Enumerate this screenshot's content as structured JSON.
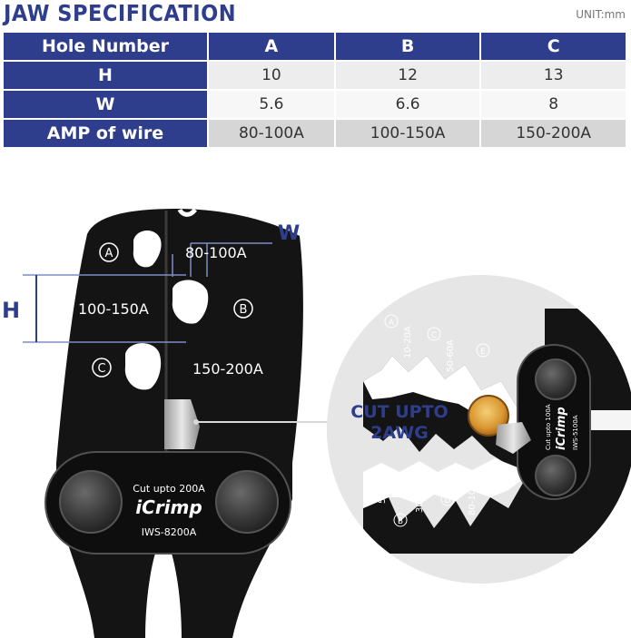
{
  "title": "JAW SPECIFICATION",
  "unit": "UNIT:mm",
  "table": {
    "header": [
      "Hole Number",
      "A",
      "B",
      "C"
    ],
    "rows": [
      {
        "label": "H",
        "values": [
          "10",
          "12",
          "13"
        ]
      },
      {
        "label": "W",
        "values": [
          "5.6",
          "6.6",
          "8"
        ]
      },
      {
        "label": "AMP of wire",
        "values": [
          "80-100A",
          "100-150A",
          "150-200A"
        ]
      }
    ]
  },
  "diagram": {
    "w_label": "W",
    "h_label": "H",
    "hole_letters": [
      "A",
      "B",
      "C"
    ],
    "hole_ranges": [
      "80-100A",
      "100-150A",
      "150-200A"
    ],
    "tool_cut": "Cut upto 200A",
    "brand": "iCrimp",
    "tool_model": "IWS-8200A"
  },
  "callout": {
    "cut_line1": "CUT UPTO",
    "cut_line2": "2AWG",
    "top_letters": [
      "A",
      "C",
      "E"
    ],
    "top_ranges": [
      "10-20A",
      "50-60A"
    ],
    "bottom_letters": [
      "B",
      "D"
    ],
    "bottom_ranges": [
      "5A",
      "30-40A",
      "80-100A"
    ],
    "tool_cut": "Cut upto 100A",
    "brand": "iCrimp",
    "tool_model": "IWS-5100A"
  },
  "colors": {
    "navy": "#2f3e8c",
    "copper": "#e0a040",
    "tool": "#141414"
  }
}
